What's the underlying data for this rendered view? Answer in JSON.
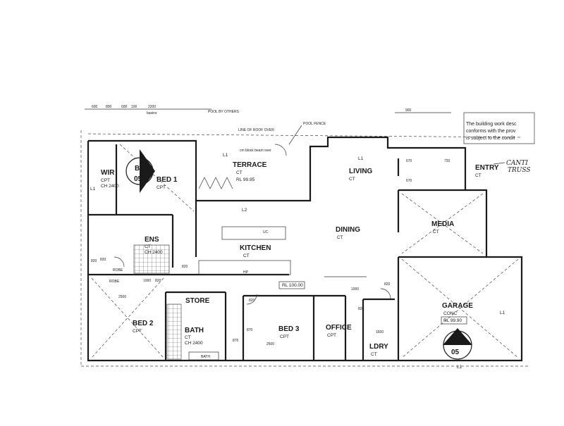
{
  "plan": {
    "top_notes": {
      "dims": [
        "600",
        "800",
        "600",
        "100",
        "2200",
        "900"
      ],
      "basins": "basins",
      "pool": "POOL BY OTHERS",
      "pool_fence": "POOL FENCE",
      "roof_line": "LINE OF ROOF OVER",
      "beam": "cm block beam over"
    },
    "note_box": [
      "The building work desc",
      "conforms with the prov",
      "is subject to the condit"
    ],
    "handwriting": [
      "CANTI",
      "TRUSS"
    ],
    "rooms": {
      "wir": {
        "name": "WIR",
        "finish": "CPT",
        "height": "CH 2400"
      },
      "bed1": {
        "name": "BED 1",
        "finish": "CPT"
      },
      "ens": {
        "name": "ENS",
        "finish": "CT",
        "height": "CH 2400"
      },
      "terrace": {
        "name": "TERRACE",
        "finish": "CT",
        "level": "RL 99.95"
      },
      "living": {
        "name": "LIVING",
        "finish": "CT"
      },
      "entry": {
        "name": "ENTRY",
        "finish": "CT"
      },
      "media": {
        "name": "MEDIA",
        "finish": "CT"
      },
      "dining": {
        "name": "DINING",
        "finish": "CT"
      },
      "kitchen": {
        "name": "KITCHEN",
        "finish": "CT"
      },
      "store": {
        "name": "STORE"
      },
      "bed2": {
        "name": "BED 2",
        "finish": "CPT"
      },
      "bath": {
        "name": "BATH",
        "finish": "CT",
        "height": "CH 2400"
      },
      "bed3": {
        "name": "BED 3",
        "finish": "CPT"
      },
      "office": {
        "name": "OFFICE",
        "finish": "CPT"
      },
      "ldry": {
        "name": "LDRY",
        "finish": "CT"
      },
      "garage": {
        "name": "GARAGE",
        "finish": "CONC",
        "level": "RL 99.90"
      }
    },
    "level_main": "RL 100.00",
    "section_b": {
      "letter": "B",
      "num": "05"
    },
    "section_a": {
      "letter": "A",
      "num": "05"
    },
    "tags": {
      "l1": "L1",
      "l2": "L2"
    },
    "fixtures": {
      "robe": "ROBE",
      "bath_tub": "BATH",
      "hp": "HP",
      "uc": "UC"
    },
    "doors": [
      "820",
      "820",
      "820",
      "820",
      "820",
      "820",
      "820",
      "870",
      "870",
      "720",
      "670",
      "670",
      "1600"
    ],
    "dims_misc": [
      "2500",
      "1000",
      "2500",
      "1000"
    ]
  }
}
